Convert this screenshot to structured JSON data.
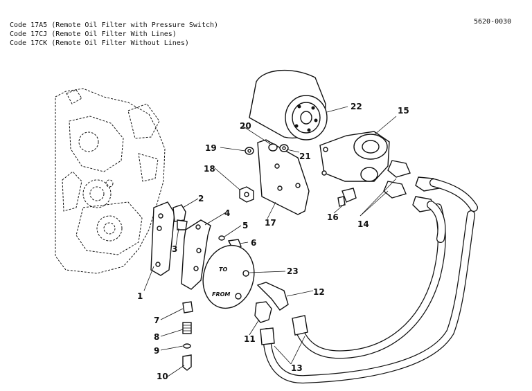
{
  "header": {
    "code_lines": [
      "Code 17A5 (Remote Oil Filter with Pressure Switch)",
      "Code 17CJ (Remote Oil Filter With Lines)",
      "Code 17CK (Remote Oil Filter Without Lines)"
    ],
    "document_number": "5620-0030"
  },
  "diagram": {
    "callouts": [
      "1",
      "2",
      "3",
      "4",
      "5",
      "6",
      "7",
      "8",
      "9",
      "10",
      "11",
      "12",
      "13",
      "14",
      "15",
      "16",
      "17",
      "18",
      "19",
      "20",
      "21",
      "22",
      "23"
    ],
    "plate_markings": {
      "to": "TO",
      "from": "FROM"
    }
  }
}
